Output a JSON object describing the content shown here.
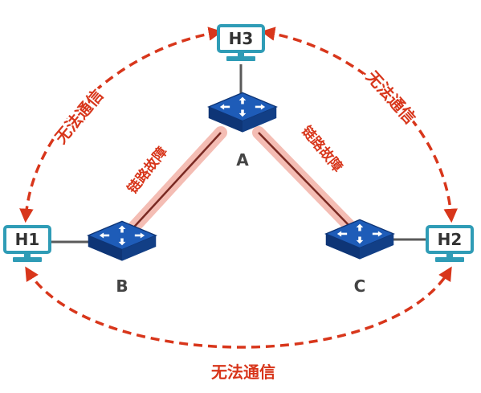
{
  "hosts": [
    {
      "id": "h3",
      "label": "H3"
    },
    {
      "id": "h1",
      "label": "H1"
    },
    {
      "id": "h2",
      "label": "H2"
    }
  ],
  "switches": [
    {
      "id": "a",
      "label": "A",
      "icon_text": "SWITCH"
    },
    {
      "id": "b",
      "label": "B",
      "icon_text": "SWITCH"
    },
    {
      "id": "c",
      "label": "C",
      "icon_text": "SWITCH"
    }
  ],
  "annotations": {
    "cannot_communicate": "无法通信",
    "link_fault": "链路故障"
  },
  "colors": {
    "alert_red": "#d8361b",
    "host_frame": "#2f9cb6",
    "host_text": "#333333",
    "switch_top": "#1a4fa3",
    "switch_side": "#0e3576",
    "link_gray": "#5a5a5a",
    "fault_link": "#7a2a23",
    "fault_glow": "#f3b2a8",
    "label_gray": "#444444"
  }
}
